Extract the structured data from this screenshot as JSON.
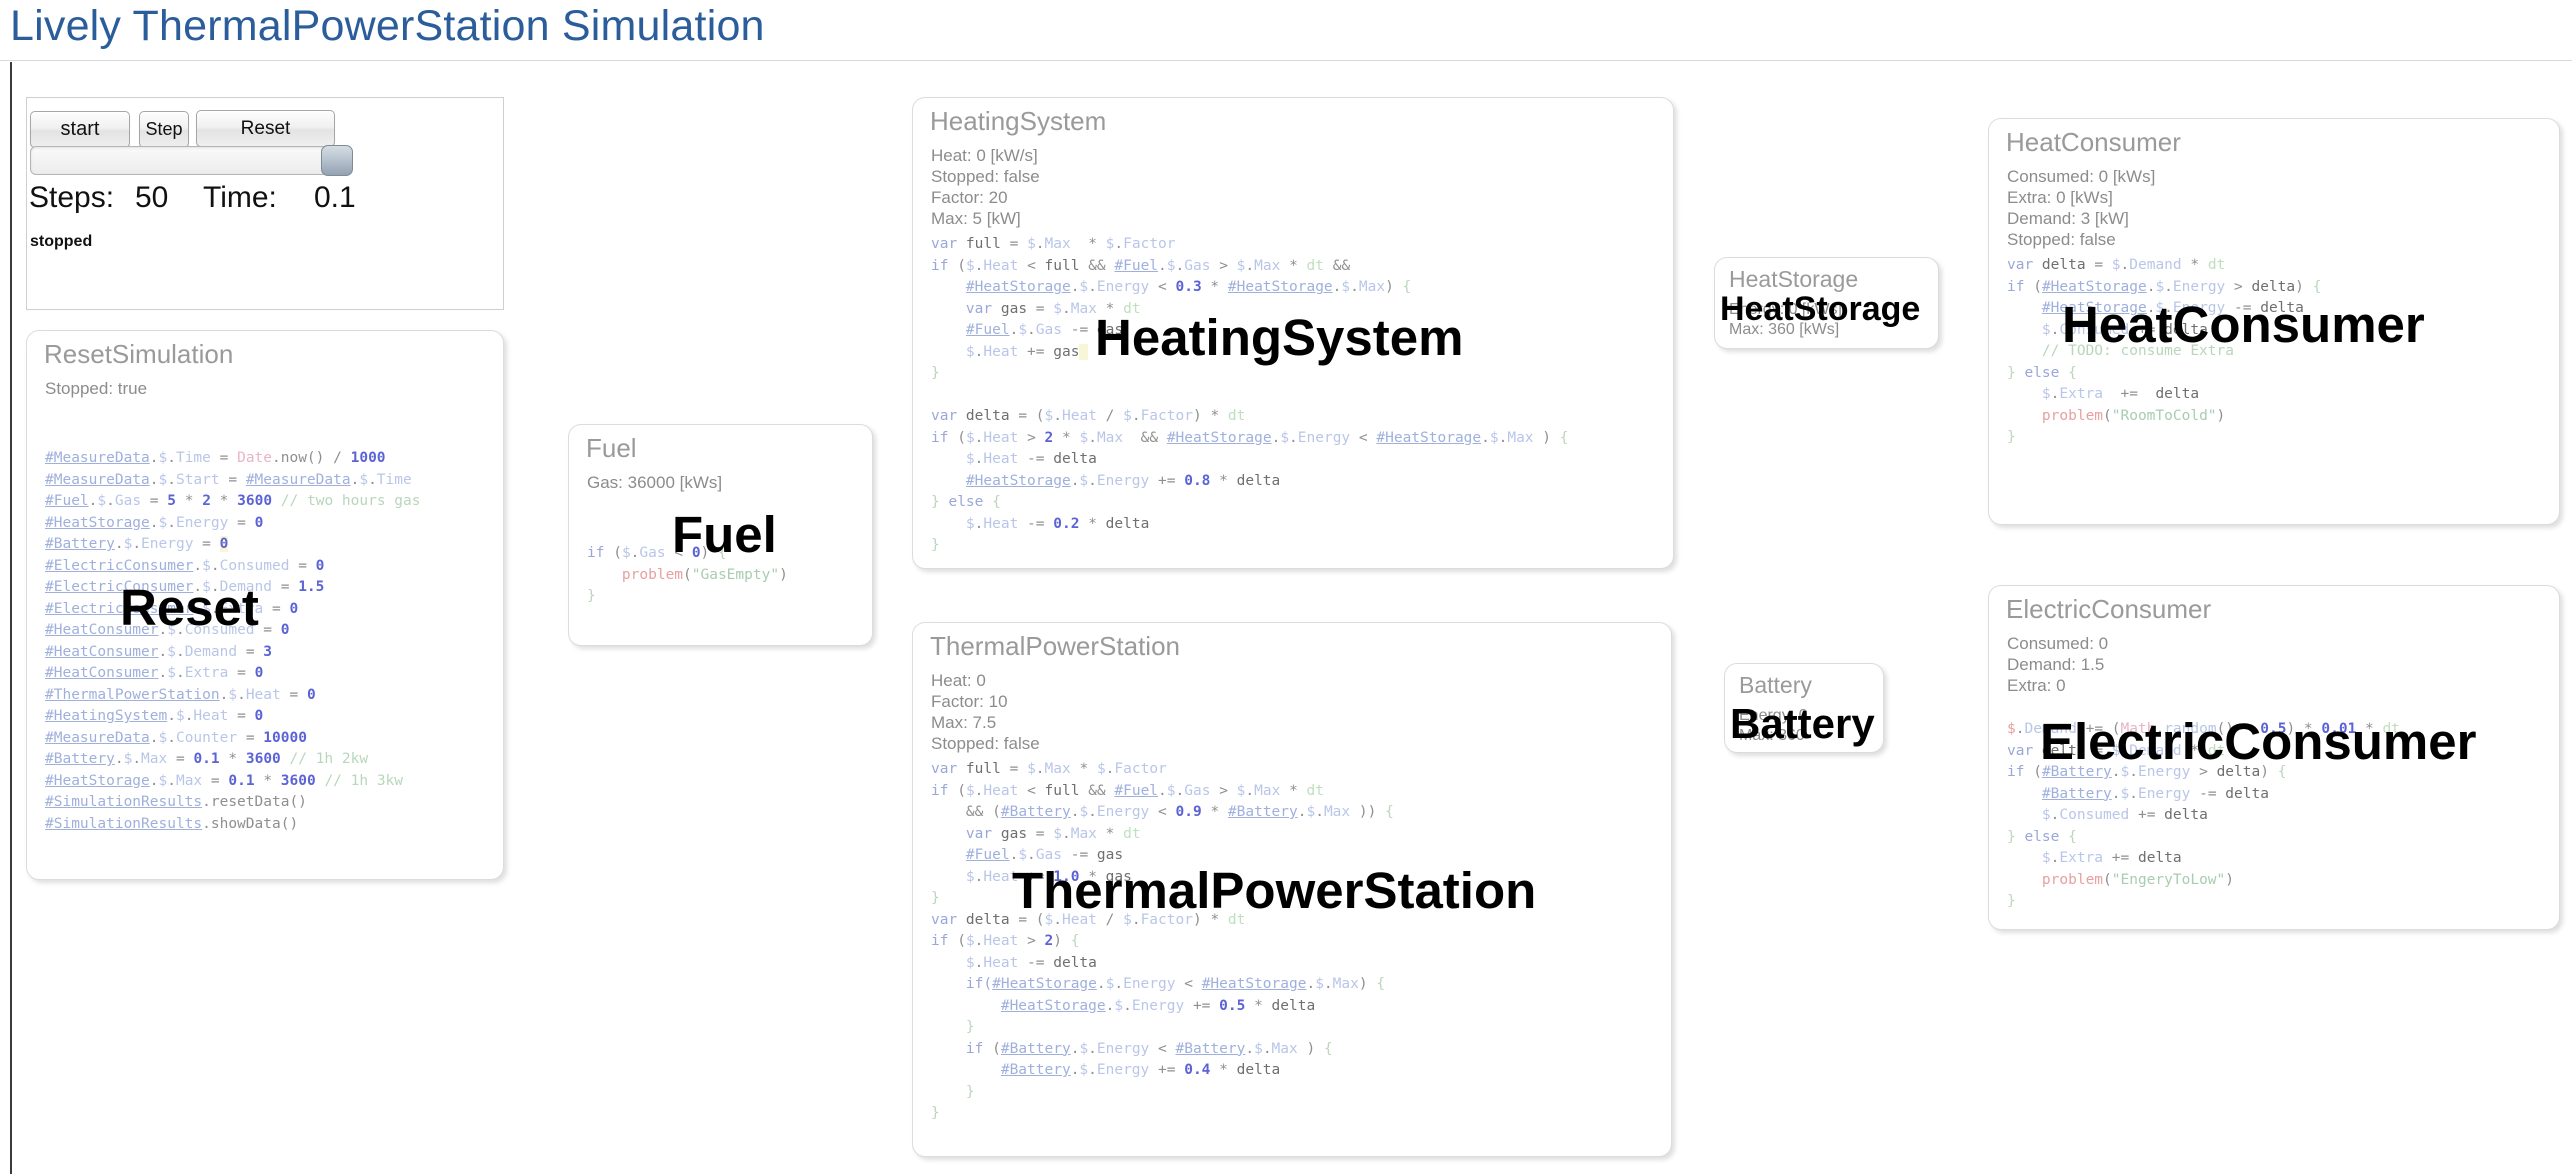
{
  "header": {
    "title": "Lively ThermalPowerStation Simulation"
  },
  "controls": {
    "start_label": "start",
    "step_label": "Step",
    "reset_label": "Reset",
    "steps_label": "Steps:",
    "steps_value": "50",
    "time_label": "Time:",
    "time_value": "0.1",
    "status": "stopped"
  },
  "cards": {
    "reset_simulation": {
      "title": "ResetSimulation",
      "props": "Stopped: true",
      "overlay": "Reset",
      "code_lines": [
        "#MeasureData.$.Time = Date.now() / 1000",
        "#MeasureData.$.Start = #MeasureData.$.Time",
        "#Fuel.$.Gas = 5 * 2 * 3600 // two hours gas",
        "#HeatStorage.$.Energy = 0",
        "#Battery.$.Energy = 0",
        "#ElectricConsumer.$.Consumed = 0",
        "#ElectricConsumer.$.Demand = 1.5",
        "#ElectricConsumer.$.Extra = 0",
        "#HeatConsumer.$.Consumed = 0",
        "#HeatConsumer.$.Demand = 3",
        "#HeatConsumer.$.Extra = 0",
        "#ThermalPowerStation.$.Heat = 0",
        "#HeatingSystem.$.Heat = 0",
        "#MeasureData.$.Counter = 10000",
        "#Battery.$.Max = 0.1 * 3600 // 1h 2kw",
        "#HeatStorage.$.Max = 0.1 * 3600 // 1h 3kw",
        "#SimulationResults.resetData()",
        "#SimulationResults.showData()"
      ]
    },
    "fuel": {
      "title": "Fuel",
      "props": "Gas: 36000 [kWs]",
      "overlay": "Fuel",
      "code_lines": [
        "if ($.Gas < 0) {",
        "    problem(\"GasEmpty\")",
        "}"
      ]
    },
    "heating_system": {
      "title": "HeatingSystem",
      "props": "Heat: 0 [kW/s]\nStopped: false\nFactor: 20\nMax: 5 [kW]",
      "overlay": "HeatingSystem",
      "code_lines": [
        "var full = $.Max  * $.Factor",
        "if ($.Heat < full && #Fuel.$.Gas > $.Max * dt &&",
        "    #HeatStorage.$.Energy < 0.3 * #HeatStorage.$.Max) {",
        "    var gas = $.Max * dt",
        "    #Fuel.$.Gas -= gas",
        "    $.Heat += gas",
        "}",
        "",
        "var delta = ($.Heat / $.Factor) * dt",
        "if ($.Heat > 2 * $.Max  && #HeatStorage.$.Energy < #HeatStorage.$.Max ) {",
        "    $.Heat -= delta",
        "    #HeatStorage.$.Energy += 0.8 * delta",
        "} else {",
        "    $.Heat -= 0.2 * delta",
        "}"
      ]
    },
    "thermal_power_station": {
      "title": "ThermalPowerStation",
      "props": "Heat: 0\nFactor: 10\nMax: 7.5\nStopped: false",
      "overlay": "ThermalPowerStation",
      "code_lines": [
        "var full = $.Max * $.Factor",
        "if ($.Heat < full && #Fuel.$.Gas > $.Max * dt",
        "    && (#Battery.$.Energy < 0.9 * #Battery.$.Max )) {",
        "    var gas = $.Max * dt",
        "    #Fuel.$.Gas -= gas",
        "    $.Heat += 1.0 * gas",
        "}",
        "var delta = ($.Heat / $.Factor) * dt",
        "if ($.Heat > 2) {",
        "    $.Heat -= delta",
        "    if(#HeatStorage.$.Energy < #HeatStorage.$.Max) {",
        "        #HeatStorage.$.Energy += 0.5 * delta",
        "    }",
        "    if (#Battery.$.Energy < #Battery.$.Max ) {",
        "        #Battery.$.Energy += 0.4 * delta",
        "    }",
        "}"
      ]
    },
    "heat_storage": {
      "title": "HeatStorage",
      "props": "Energy: 0 [kWs]\nMax: 360 [kWs]",
      "overlay": "HeatStorage"
    },
    "battery": {
      "title": "Battery",
      "props": "Energy: 0\nMax: 360",
      "overlay": "Battery"
    },
    "heat_consumer": {
      "title": "HeatConsumer",
      "props": "Consumed: 0 [kWs]\nExtra: 0 [kWs]\nDemand: 3 [kW]\nStopped: false",
      "overlay": "HeatConsumer",
      "code_lines": [
        "var delta = $.Demand * dt",
        "if (#HeatStorage.$.Energy > delta) {",
        "    #HeatStorage.$.Energy -= delta",
        "    $.Consumed += delta",
        "    // TODO: consume Extra",
        "} else {",
        "    $.Extra  +=  delta",
        "    problem(\"RoomToCold\")",
        "}"
      ]
    },
    "electric_consumer": {
      "title": "ElectricConsumer",
      "props": "Consumed: 0\nDemand: 1.5\nExtra: 0",
      "overlay": "ElectricConsumer",
      "code_lines": [
        "$.Demand += (Math.random() - 0.5) * 0.01 * dt",
        "var delta = $.Demand * dt",
        "if (#Battery.$.Energy > delta) {",
        "    #Battery.$.Energy -= delta",
        "    $.Consumed += delta",
        "} else {",
        "    $.Extra += delta",
        "    problem(\"EngeryToLow\")",
        "}"
      ]
    }
  },
  "colors": {
    "title": "#2b5d9b",
    "card_title": "#9a9a9a",
    "card_border": "#dcdcdc",
    "code_keyword": "#9aa7d8",
    "code_number": "#5b63d6",
    "code_string": "#a8cdb0",
    "code_comment": "#b9d6bb",
    "code_problem": "#e8a0a0"
  }
}
